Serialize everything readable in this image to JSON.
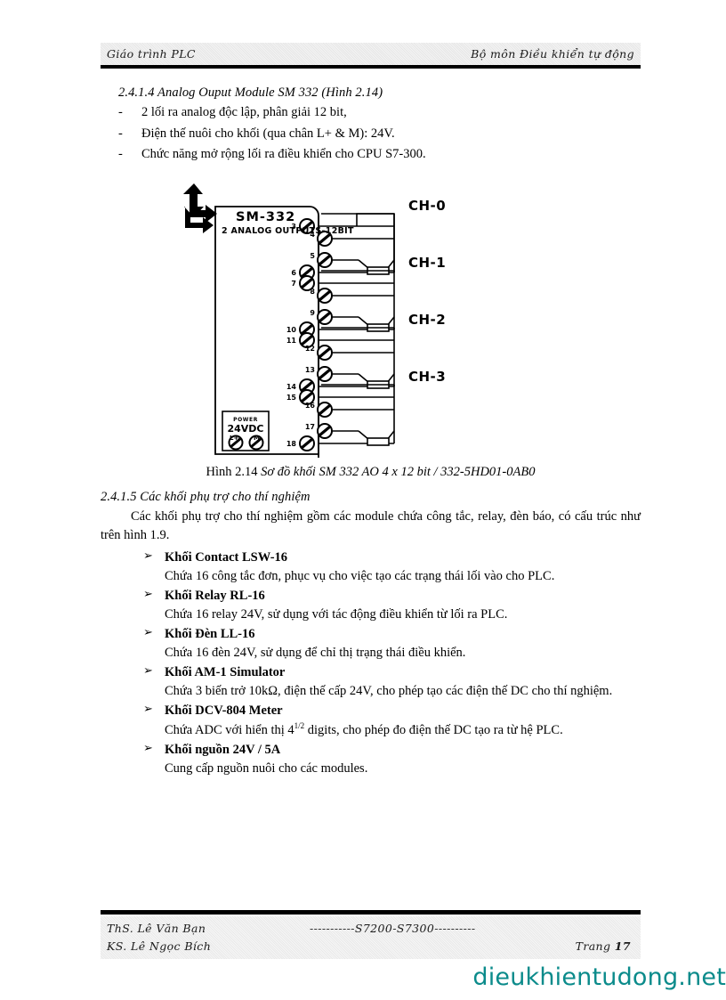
{
  "header": {
    "left": "Giáo trình PLC",
    "right": "Bộ môn Điều khiển tự động"
  },
  "section_1": {
    "heading": "2.4.1.4 Analog Ouput Module SM 332 (Hình 2.14)",
    "dash": "-",
    "items": [
      "2 lối ra analog độc lập, phân giải 12 bit,",
      "Điện thế nuôi cho khối (qua chân L+ & M):  24V.",
      "Chức năng mở rộng lối ra điều khiển cho CPU S7-300."
    ]
  },
  "figure": {
    "module_title": "SM-332",
    "module_subtitle": "2 ANALOG OUTPUTS-12BIT",
    "power_label": "POWER",
    "power_voltage": "24VDC",
    "power_lplus": "L+",
    "power_m": "M",
    "channels": [
      {
        "name": "CH-0",
        "terminals": [
          "3",
          "4",
          "5",
          "6"
        ]
      },
      {
        "name": "CH-1",
        "terminals": [
          "7",
          "8",
          "9",
          "10"
        ]
      },
      {
        "name": "CH-2",
        "terminals": [
          "11",
          "12",
          "13",
          "14"
        ]
      },
      {
        "name": "CH-3",
        "terminals": [
          "15",
          "16",
          "17",
          "18"
        ]
      }
    ],
    "caption_prefix": "Hình 2.14 ",
    "caption_italic": "Sơ đồ khối SM 332 AO  4 x 12 bit / 332-5HD01-0AB0"
  },
  "section_2": {
    "heading": "2.4.1.5 Các khối phụ trợ cho thí nghiệm",
    "intro": "Các khối phụ trợ cho thí nghiệm gồm các module chứa công tắc, relay, đèn báo, có cấu trúc như trên hình 1.9.",
    "bullet_marker": "➢",
    "blocks": [
      {
        "title": "Khối Contact LSW-16",
        "desc": "Chứa 16 công tắc đơn, phục vụ cho việc tạo các trạng thái lối vào cho PLC."
      },
      {
        "title": "Khối Relay RL-16",
        "desc": "Chứa 16 relay 24V, sử dụng với tác động điều khiển từ lối ra PLC."
      },
      {
        "title": "Khối Đèn LL-16",
        "desc": "Chứa 16 đèn 24V, sử dụng để chỉ thị trạng thái điều khiển."
      },
      {
        "title": "Khối AM-1 Simulator",
        "desc": "Chứa 3 biến trở 10kΩ, điện thế cấp 24V, cho phép tạo các điện thế DC cho thí nghiệm."
      },
      {
        "title": "Khối DCV-804 Meter",
        "desc_pre": "Chứa ADC với hiển thị 4",
        "desc_sup": "1/2",
        "desc_post": " digits, cho phép đo điện thế DC tạo ra từ hệ PLC."
      },
      {
        "title": "Khối nguồn 24V / 5A",
        "desc": "Cung cấp nguồn nuôi cho các modules."
      }
    ]
  },
  "footer": {
    "name1": "ThS. Lê Văn Bạn",
    "name2": "KS. Lê Ngọc Bích",
    "center": "-----------S7200-S7300----------",
    "page_label": "Trang ",
    "page_number": "17"
  },
  "watermark": {
    "text": "dieukhientudong.net",
    "color": "#0b8b8b"
  }
}
